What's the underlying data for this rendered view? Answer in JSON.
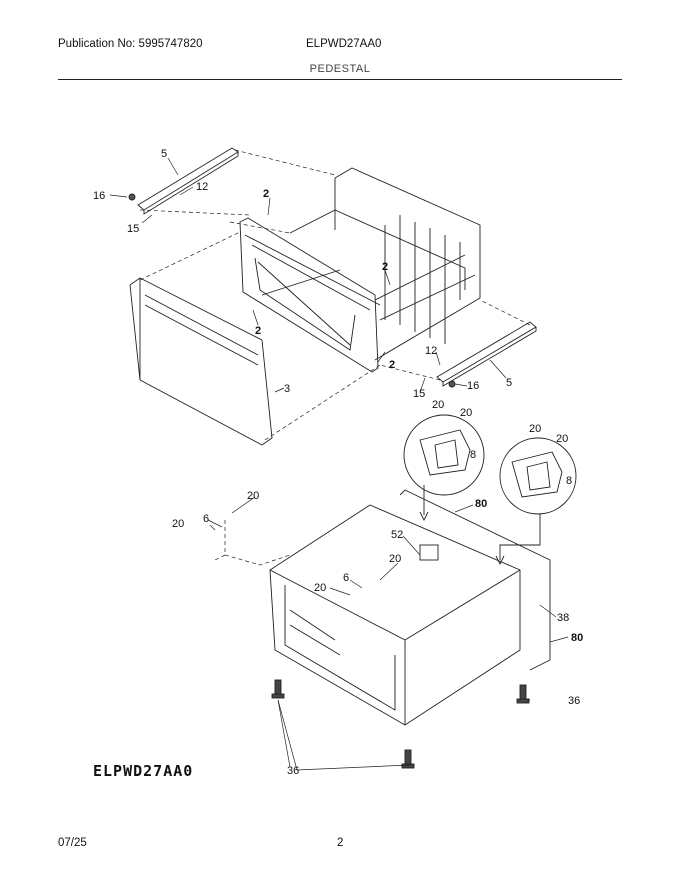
{
  "header": {
    "publication": "Publication No: 5995747820",
    "model": "ELPWD27AA0",
    "section": "PEDESTAL"
  },
  "footer": {
    "date": "07/25",
    "page": "2"
  },
  "model_stamp": "ELPWD27AA0",
  "callouts": {
    "c5a": "5",
    "c12a": "12",
    "c16a": "16",
    "c15a": "15",
    "c2a": "2",
    "c2b": "2",
    "c2c": "2",
    "c2d": "2",
    "c3": "3",
    "c12b": "12",
    "c15b": "15",
    "c16b": "16",
    "c5b": "5",
    "c20a": "20",
    "c20b": "20",
    "c8a": "8",
    "c20c": "20",
    "c20d": "20",
    "c8b": "8",
    "c80a": "80",
    "c80b": "80",
    "c20e": "20",
    "c20f": "20",
    "c6a": "6",
    "c52": "52",
    "c20g": "20",
    "c20h": "20",
    "c6b": "6",
    "c38": "38",
    "c36a": "36",
    "c36b": "36"
  }
}
